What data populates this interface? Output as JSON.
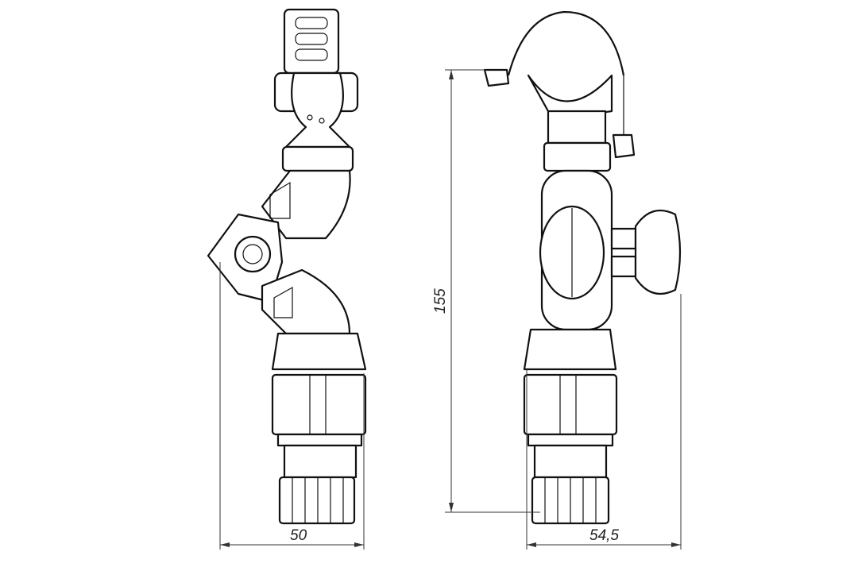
{
  "drawing": {
    "dimensions": {
      "left_width": "50",
      "right_width": "54,5",
      "height": "155"
    }
  }
}
